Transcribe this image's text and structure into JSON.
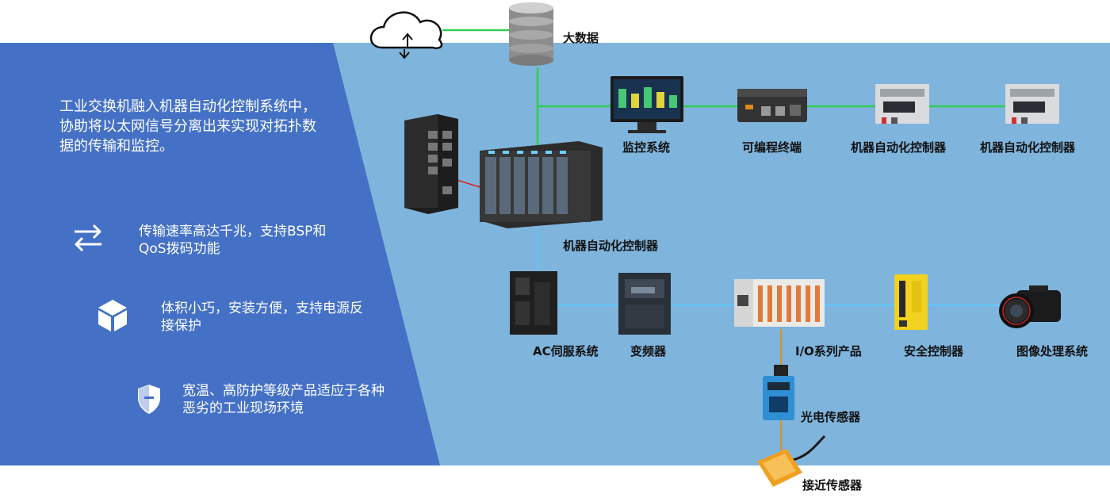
{
  "intro": "工业交换机融入机器自动化控制系统中，协助将以太网信号分离出来实现对拓扑数据的传输和监控。",
  "features": [
    {
      "icon": "transfer-arrows-icon",
      "text": "传输速率高达千兆，支持BSP和QoS拨码功能"
    },
    {
      "icon": "cube-icon",
      "text": "体积小巧，安装方便，支持电源反接保护"
    },
    {
      "icon": "shield-icon",
      "text": "宽温、高防护等级产品适应于各种恶劣的工业现场环境"
    }
  ],
  "nodes": {
    "big_data": "大数据",
    "monitoring": "监控系统",
    "programmable_terminal": "可编程终端",
    "controller_a": "机器自动化控制器",
    "controller_b": "机器自动化控制器",
    "main_controller": "机器自动化控制器",
    "ac_servo": "AC伺服系统",
    "inverter": "变频器",
    "io_products": "I/O系列产品",
    "safety_controller": "安全控制器",
    "image_processing": "图像处理系统",
    "photo_sensor": "光电传感器",
    "proximity_sensor": "接近传感器"
  },
  "colors": {
    "banner_bg": "#7fb4dc",
    "panel_bg": "#4471c5",
    "ethernet_link": "#33cc55",
    "fieldbus_link": "#5ec8ff",
    "sensor_link": "#d9902a",
    "switch_link": "#e02020"
  }
}
